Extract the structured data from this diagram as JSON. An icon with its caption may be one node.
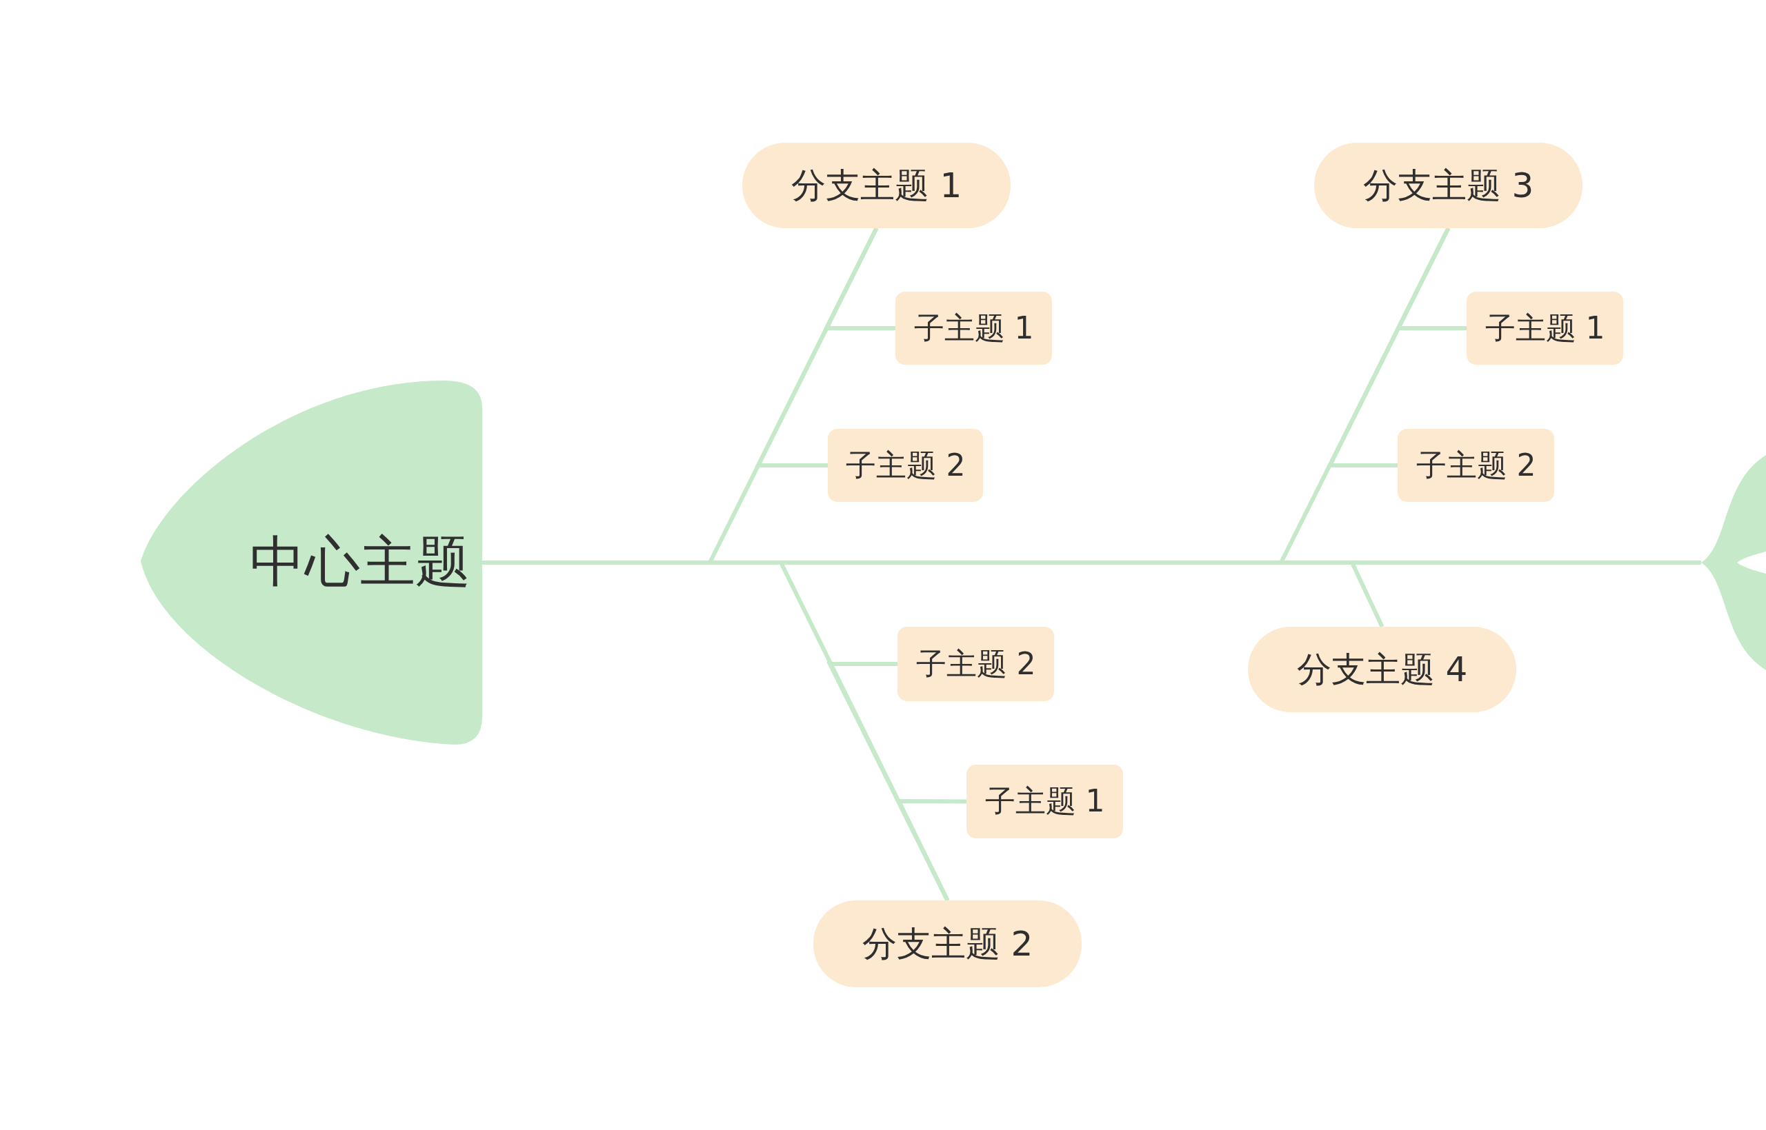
{
  "diagram": {
    "nodes": [
      {
        "text": [
          "中心主题"
        ]
      },
      {
        "text": [
          "分支主题 1"
        ]
      },
      {
        "text": [
          "子主题 1"
        ]
      },
      {
        "text": [
          "子主题 2"
        ]
      },
      {
        "text": [
          "分支主题 3"
        ]
      },
      {
        "text": [
          "子主题 1"
        ]
      },
      {
        "text": [
          "子主题 2"
        ]
      },
      {
        "text": [
          "子主题 2"
        ]
      },
      {
        "text": [
          "分支主题 4"
        ]
      },
      {
        "text": [
          "子主题 1"
        ]
      },
      {
        "text": [
          "分支主题 2"
        ]
      },
      {
        "text": [],
        "shape": "tail"
      }
    ],
    "edges": [
      {
        "from": 0,
        "to": 11,
        "arrow": "none"
      },
      {
        "from": 1,
        "to": 0,
        "arrow": "none"
      },
      {
        "from": 2,
        "to": 1,
        "arrow": "none"
      },
      {
        "from": 3,
        "to": 1,
        "arrow": "none"
      },
      {
        "from": 4,
        "to": 0,
        "arrow": "none"
      },
      {
        "from": 5,
        "to": 4,
        "arrow": "none"
      },
      {
        "from": 6,
        "to": 4,
        "arrow": "none"
      },
      {
        "from": 10,
        "to": 0,
        "arrow": "none"
      },
      {
        "from": 7,
        "to": 10,
        "arrow": "none"
      },
      {
        "from": 9,
        "to": 10,
        "arrow": "none"
      },
      {
        "from": 8,
        "to": 0,
        "arrow": "none"
      }
    ]
  }
}
